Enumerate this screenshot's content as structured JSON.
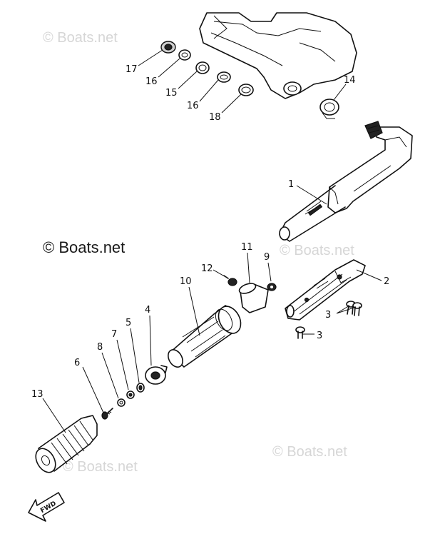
{
  "watermarks": {
    "top": "© Boats.net",
    "mid_left": "© Boats.net",
    "mid_right": "© Boats.net",
    "bottom_left": "© Boats.net",
    "bottom_right": "© Boats.net"
  },
  "callouts": {
    "p1": "1",
    "p2": "2",
    "p3a": "3",
    "p3b": "3",
    "p4": "4",
    "p5": "5",
    "p6": "6",
    "p7": "7",
    "p8": "8",
    "p9": "9",
    "p10": "10",
    "p11": "11",
    "p12": "12",
    "p13": "13",
    "p14": "14",
    "p15": "15",
    "p16a": "16",
    "p16b": "16",
    "p17": "17",
    "p18": "18"
  },
  "fwd_label": "FWD"
}
